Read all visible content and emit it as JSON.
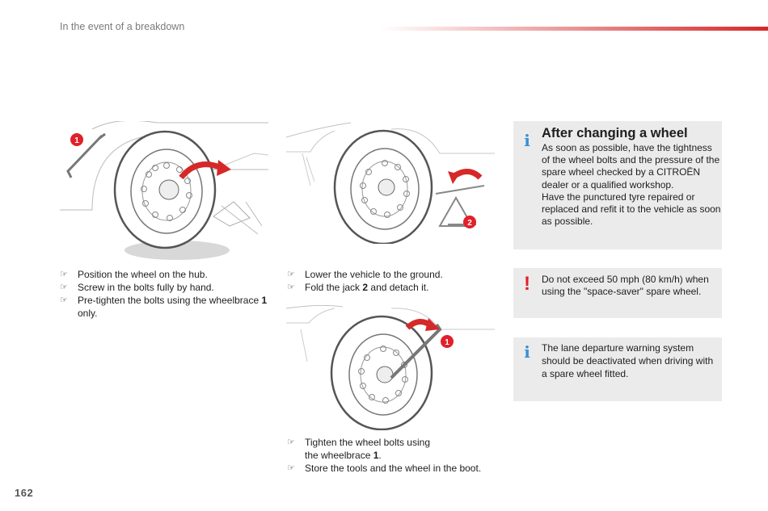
{
  "header": {
    "title": "In the event of a breakdown"
  },
  "illustrations": {
    "fig1": {
      "callout": "1"
    },
    "fig2": {
      "callout": "2"
    },
    "fig3": {
      "callout": "1"
    }
  },
  "steps_col1": [
    {
      "text": "Position the wheel on the hub."
    },
    {
      "text": "Screw in the bolts fully by hand."
    },
    {
      "text_before": "Pre-tighten the bolts using the wheelbrace ",
      "bold": "1",
      "text_after": " only."
    }
  ],
  "steps_col2": [
    {
      "text": "Lower the vehicle to the ground."
    },
    {
      "text_before": "Fold the jack ",
      "bold": "2",
      "text_after": " and detach it."
    }
  ],
  "steps_col3": [
    {
      "text_before": "Tighten the wheel bolts using the wheelbrace ",
      "bold": "1",
      "text_after": "."
    },
    {
      "text": "Store the tools and the wheel in the boot."
    }
  ],
  "info_box": {
    "title": "After changing a wheel",
    "paragraph1": "As soon as possible, have the tightness of the wheel bolts and the pressure of the spare wheel checked by a CITROËN dealer or a qualified workshop.",
    "paragraph2": "Have the punctured tyre repaired or replaced and refit it to the vehicle as soon as possible."
  },
  "warning_box": {
    "text": "Do not exceed 50 mph (80 km/h) when using the \"space-saver\" spare wheel."
  },
  "note_box": {
    "text": "The lane departure warning system should be deactivated when driving with a spare wheel fitted."
  },
  "icons": {
    "info": "i",
    "warning": "!",
    "bullet": "☞"
  },
  "colors": {
    "accent_red": "#d62828",
    "info_blue": "#3a8fd1",
    "warning_red": "#e0202a",
    "box_bg": "#ebebeb"
  },
  "footer": {
    "page_number": "162"
  }
}
